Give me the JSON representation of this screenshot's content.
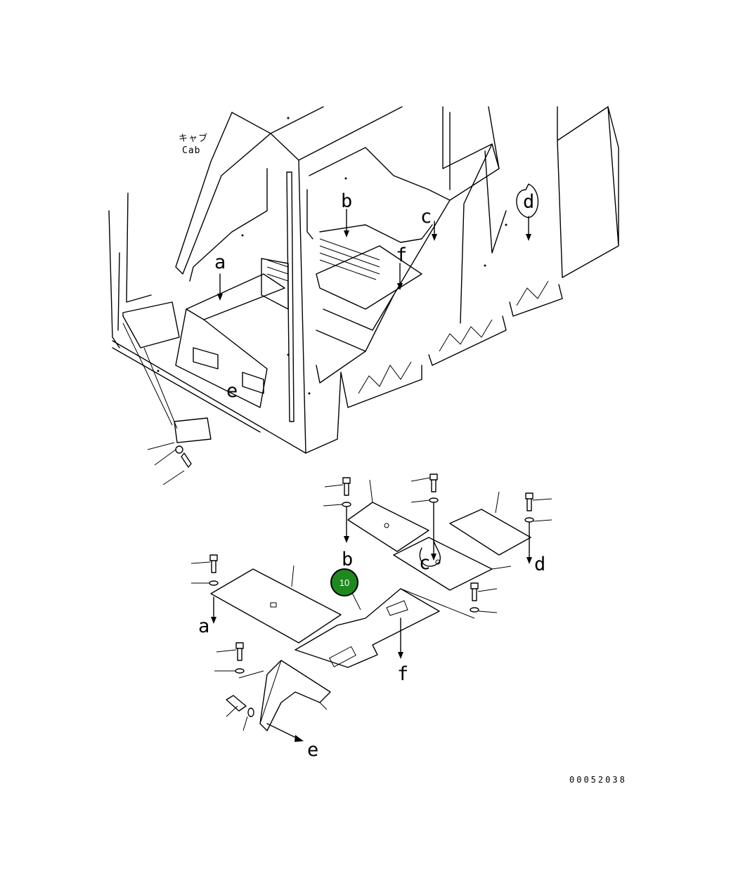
{
  "cab_label_jp": "キャブ",
  "cab_label_en": "Cab",
  "ref_labels": {
    "a_top": "a",
    "b_top": "b",
    "c_top": "c",
    "d_top": "d",
    "e_top": "e",
    "f_top": "f",
    "a_bottom": "a",
    "b_bottom": "b",
    "c_bottom": "c",
    "d_bottom": "d",
    "e_bottom": "e",
    "f_bottom": "f"
  },
  "callout": {
    "number": "10",
    "color": "#1e8a1e"
  },
  "drawing_number": "00052038"
}
